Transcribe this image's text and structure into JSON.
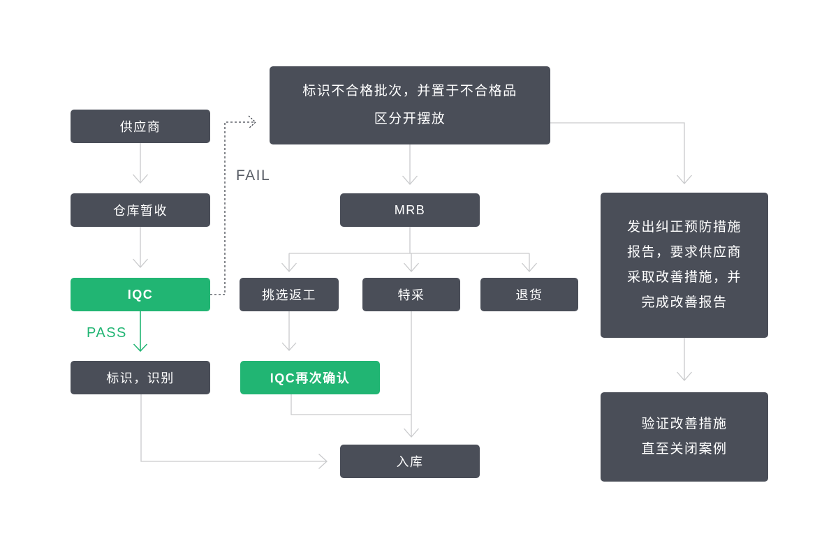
{
  "colors": {
    "node_dark": "#4a4e58",
    "node_green": "#21b573",
    "connector_line": "#c9cacc",
    "dashed_line": "#41454d",
    "fail_label": "#565b64",
    "pass_label": "#21b573",
    "node_text": "#ffffff",
    "background": "#ffffff"
  },
  "edge_labels": {
    "fail": "FAIL",
    "pass": "PASS"
  },
  "nodes": {
    "supplier": {
      "label": "供应商"
    },
    "warehouse_receive": {
      "label": "仓库暂收"
    },
    "iqc": {
      "label": "IQC"
    },
    "mark_identify": {
      "label": "标识，识别"
    },
    "nonconforming_hold": {
      "lines": [
        "标识不合格批次，并置于不合格品",
        "区分开摆放"
      ]
    },
    "mrb": {
      "label": "MRB"
    },
    "sort_rework": {
      "label": "挑选返工"
    },
    "special_acceptance": {
      "label": "特采"
    },
    "return_goods": {
      "label": "退货"
    },
    "iqc_recheck": {
      "label": "IQC再次确认"
    },
    "stock_in": {
      "label": "入库"
    },
    "capa_report": {
      "lines": [
        "发出纠正预防措施",
        "报告，要求供应商",
        "采取改善措施，并",
        "完成改善报告"
      ]
    },
    "verify_closure": {
      "lines": [
        "验证改善措施",
        "直至关闭案例"
      ]
    }
  }
}
